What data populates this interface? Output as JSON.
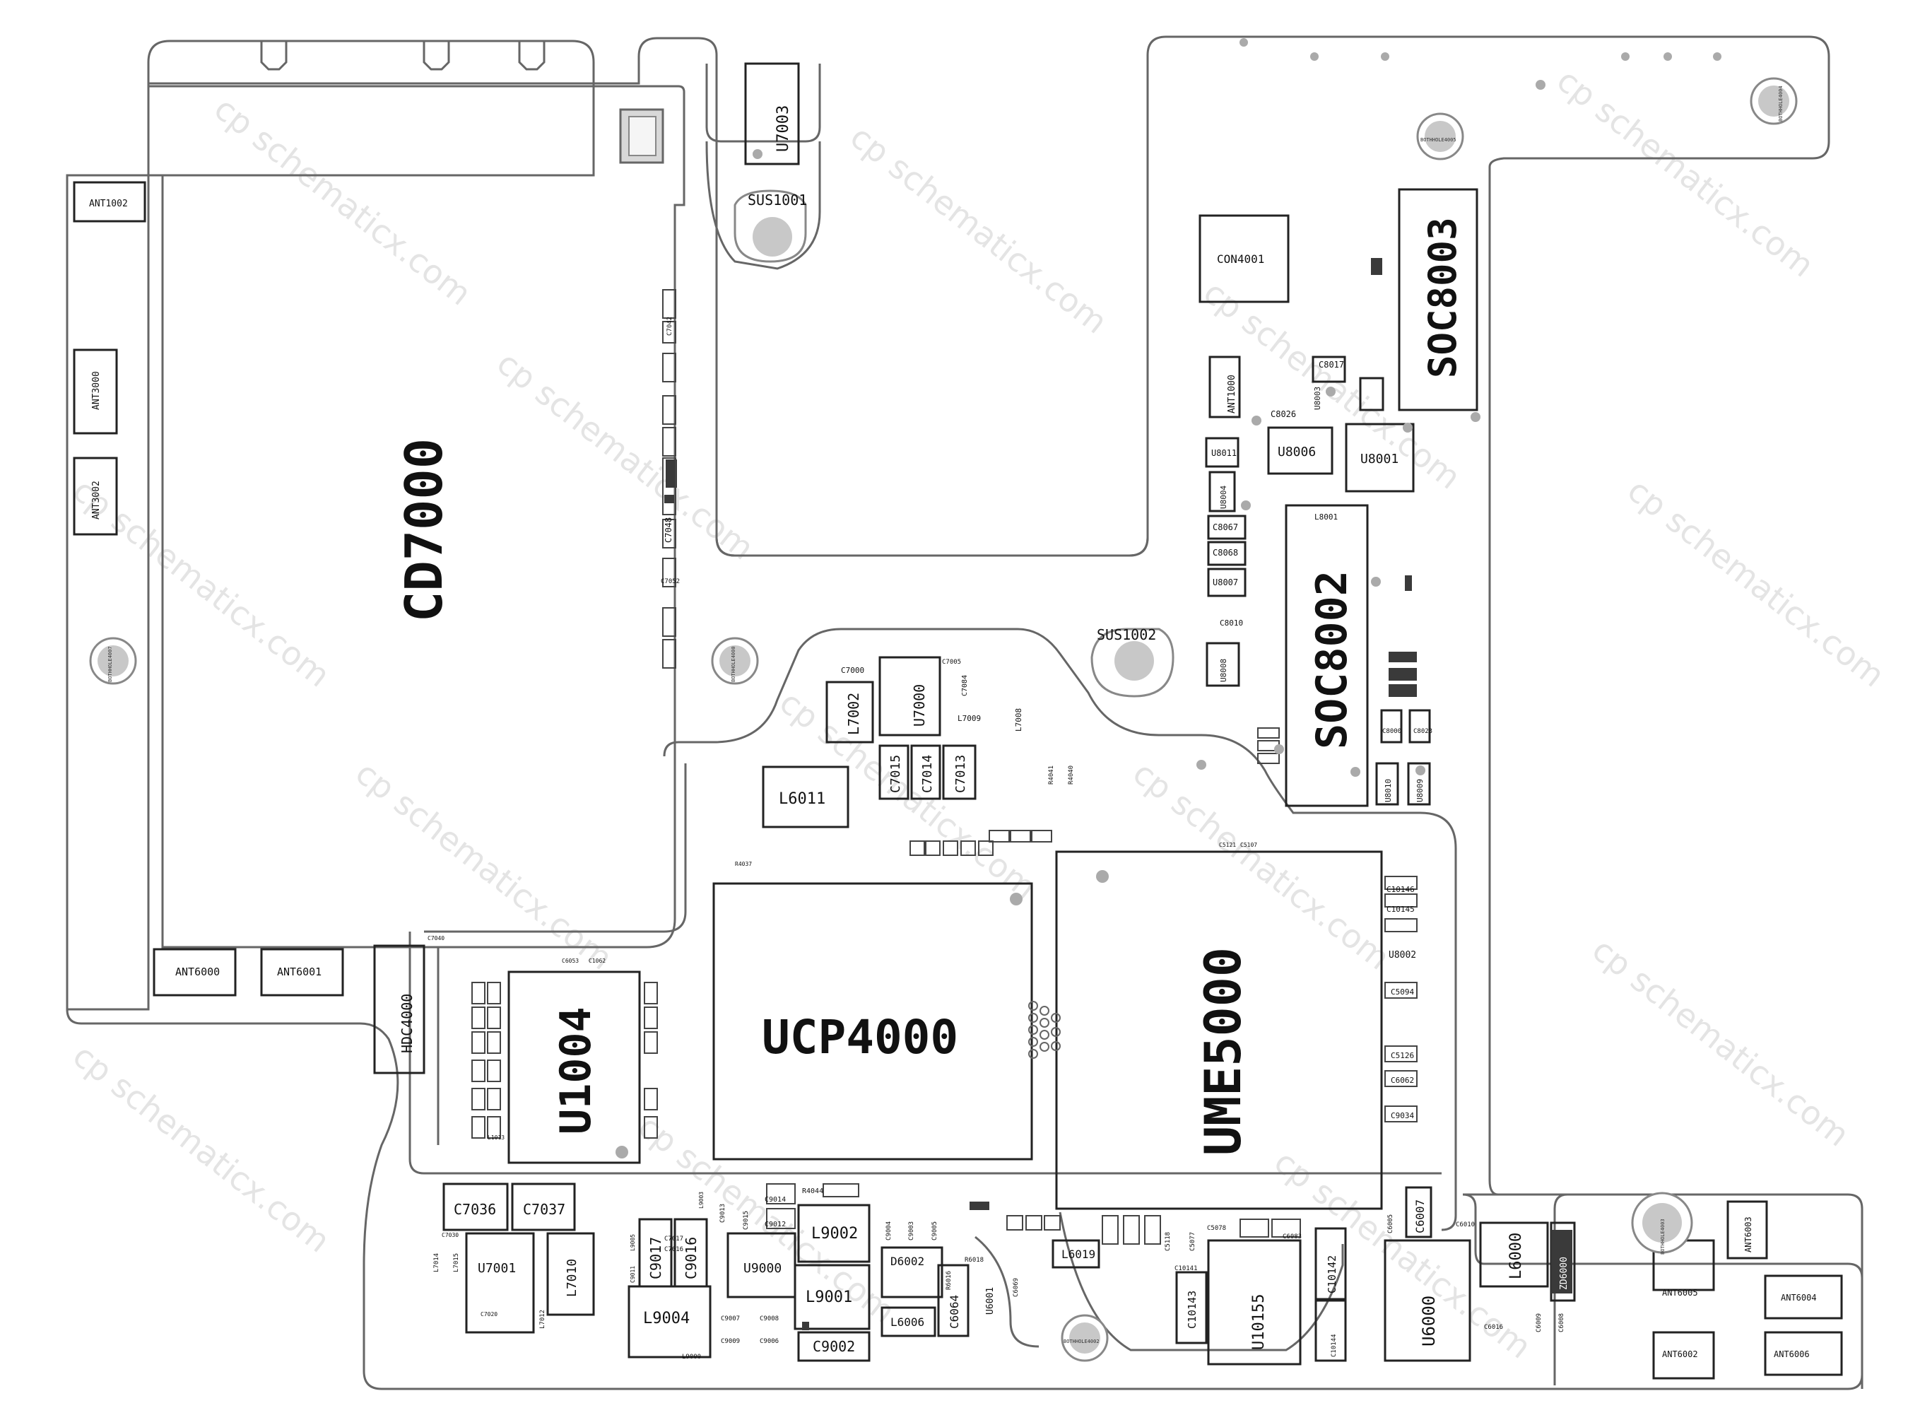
{
  "watermark": "cp schematicx.com",
  "colors": {
    "outline": "#555555",
    "component": "#222222",
    "dark_part": "#3a3a3a",
    "mid_part": "#8a8a8a",
    "hole": "#b8b8b8"
  },
  "labels": {
    "cd7000": "CD7000",
    "ucp4000": "UCP4000",
    "ume5000": "UME5000",
    "u1004": "U1004",
    "soc8002": "SOC8002",
    "soc8003": "SOC8003",
    "u7003": "U7003",
    "sus1001": "SUS1001",
    "sus1002": "SUS1002",
    "con4001": "CON4001",
    "ant1002": "ANT1002",
    "ant3000": "ANT3000",
    "ant3002": "ANT3002",
    "ant6000": "ANT6000",
    "ant6001": "ANT6001",
    "ant6002": "ANT6002",
    "ant6003": "ANT6003",
    "ant6004": "ANT6004",
    "ant6005": "ANT6005",
    "ant6006": "ANT6006",
    "ant1000": "ANT1000",
    "hdc4000": "HDC4000",
    "l6011": "L6011",
    "l7002": "L7002",
    "u7000": "U7000",
    "c7000": "C7000",
    "c7015": "C7015",
    "c7014": "C7014",
    "c7013": "C7013",
    "c7036": "C7036",
    "c7037": "C7037",
    "u7001": "U7001",
    "l7010": "L7010",
    "c9017": "C9017",
    "c9016": "C9016",
    "u9000": "U9000",
    "l9002": "L9002",
    "l9001": "L9001",
    "l9004": "L9004",
    "c9002": "C9002",
    "d6002": "D6002",
    "l6006": "L6006",
    "c6064": "C6064",
    "u6001": "U6001",
    "l6019": "L6019",
    "u10155": "U10155",
    "c10143": "C10143",
    "c10142": "C10142",
    "u6000": "U6000",
    "l6000": "L6000",
    "c6007": "C6007",
    "zd6000": "ZD6000",
    "u8001": "U8001",
    "u8006": "U8006",
    "u8011": "U8011",
    "c8017": "C8017",
    "c8026": "C8026",
    "u8003": "U8003",
    "c8067": "C8067",
    "c8068": "C8068",
    "u8007": "U8007",
    "c8010": "C8010",
    "u8008": "U8008",
    "u8010": "U8010",
    "u8009": "U8009",
    "c8000": "C8000",
    "c8023": "C8023",
    "c10146": "C10146",
    "c10145": "C10145",
    "u8002": "U8002",
    "c5094": "C5094",
    "c5126": "C5126",
    "c6062": "C6062",
    "c9034": "C9034",
    "c7048": "C7048",
    "l7009": "L7009",
    "l7008": "L7008",
    "c7084": "C7084",
    "c7005": "C7005",
    "r4041": "R4041",
    "r4040": "R4040",
    "r4044": "R4044",
    "c9014": "C9014",
    "c9012": "C9012",
    "c9013": "C9013",
    "c9015": "C9015",
    "c9004": "C9004",
    "c9003": "C9003",
    "c9005": "C9005",
    "c9007": "C9007",
    "c9008": "C9008",
    "c9009": "C9009",
    "c9006": "C9006",
    "l9000": "L9000",
    "r6016": "R6016",
    "r6018": "R6018",
    "c6069": "C6069",
    "c5118": "C5118",
    "c5077": "C5077",
    "c5078": "C5078",
    "c6083": "C6083",
    "c10141": "C10141",
    "c10144": "C10144",
    "c6005": "C6005",
    "c6010": "C6010",
    "c6016": "C6016",
    "c6009": "C6009",
    "c6008": "C6008",
    "l8001": "L8001",
    "u8004": "U8004",
    "c7017": "C7017",
    "c7016": "C7016",
    "c7036b": "C7030",
    "l7014": "L7014",
    "l7015": "L7015",
    "l7012": "L7012",
    "c7020": "C7020",
    "r4037": "R4037",
    "c5107": "C5107",
    "c5121": "C5121",
    "c6053": "C6053",
    "c1062": "C1062",
    "l1013": "L1013",
    "c9011": "C9011",
    "l9003": "L9003",
    "l9005": "L9005",
    "c7040": "C7040",
    "c7042": "C7042",
    "c7052": "C7052"
  },
  "mounting_holes": {
    "h4007": "BOTHHOLE4007",
    "h4000": "BOTHHOLE4000",
    "h4005": "BOTHHOLE4005",
    "h4004": "BOTHHOLE4004",
    "h4003": "BOTHHOLE4003",
    "h4002": "BOTHHOLE4002"
  }
}
